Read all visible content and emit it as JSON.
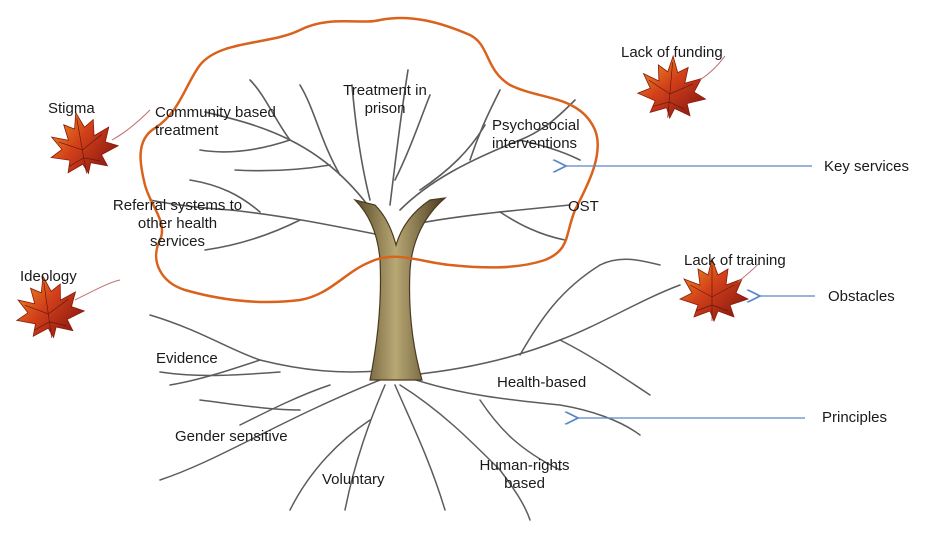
{
  "services": {
    "community": "Community  based\ntreatment",
    "prison": "Treatment in\nprison",
    "psychosocial": "Psychosocial\ninterventions",
    "referral": "Referral systems to\nother health\nservices",
    "ost": "OST"
  },
  "obstacles": {
    "stigma": "Stigma",
    "ideology": "Ideology",
    "funding": "Lack of funding",
    "training": "Lack of training"
  },
  "principles": {
    "evidence": "Evidence",
    "gender": "Gender sensitive",
    "voluntary": "Voluntary",
    "health": "Health-based",
    "human_rights": "Human-rights\nbased"
  },
  "legend": {
    "key_services": "Key services",
    "obstacles": "Obstacles",
    "principles": "Principles"
  },
  "colors": {
    "outline": "#d9621c",
    "arrow": "#5b86c4",
    "trunk": "#6e5a35",
    "branch": "#5a5a5a",
    "leaf": "#c0301c"
  },
  "icons": [
    "maple-leaf-icon",
    "arrow-left-icon"
  ]
}
